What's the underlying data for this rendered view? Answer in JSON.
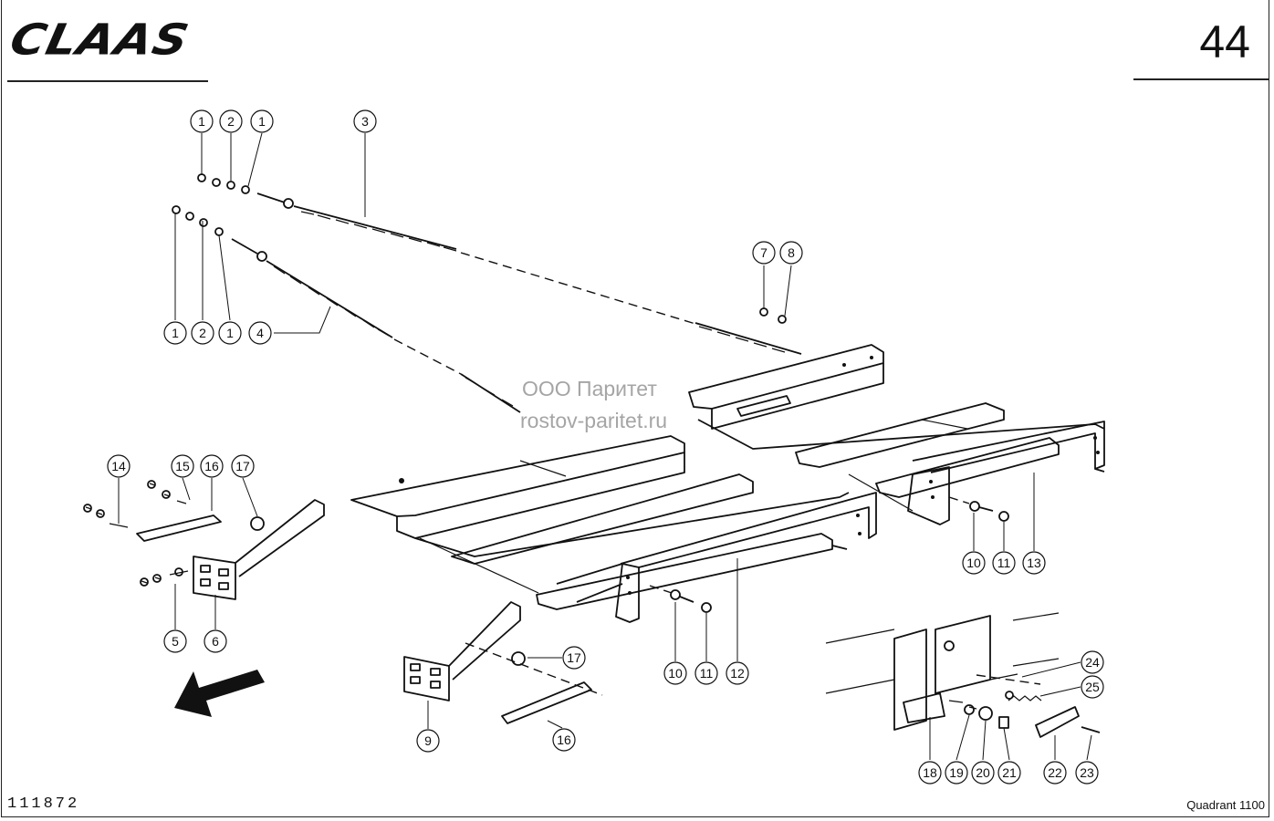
{
  "header": {
    "brand": "CLAAS",
    "page_number": "44"
  },
  "footer": {
    "drawing_number": "111872",
    "model": "Quadrant 1100"
  },
  "watermark": {
    "line1": "ООО Паритет",
    "line2": "rostov-paritet.ru"
  },
  "callouts": [
    "1",
    "2",
    "1",
    "3",
    "1",
    "2",
    "1",
    "1",
    "2",
    "1",
    "4",
    "7",
    "8",
    "14",
    "15",
    "16",
    "17",
    "5",
    "6",
    "10",
    "11",
    "13",
    "10",
    "11",
    "12",
    "17",
    "9",
    "16",
    "24",
    "25",
    "18",
    "19",
    "20",
    "21",
    "22",
    "23"
  ]
}
